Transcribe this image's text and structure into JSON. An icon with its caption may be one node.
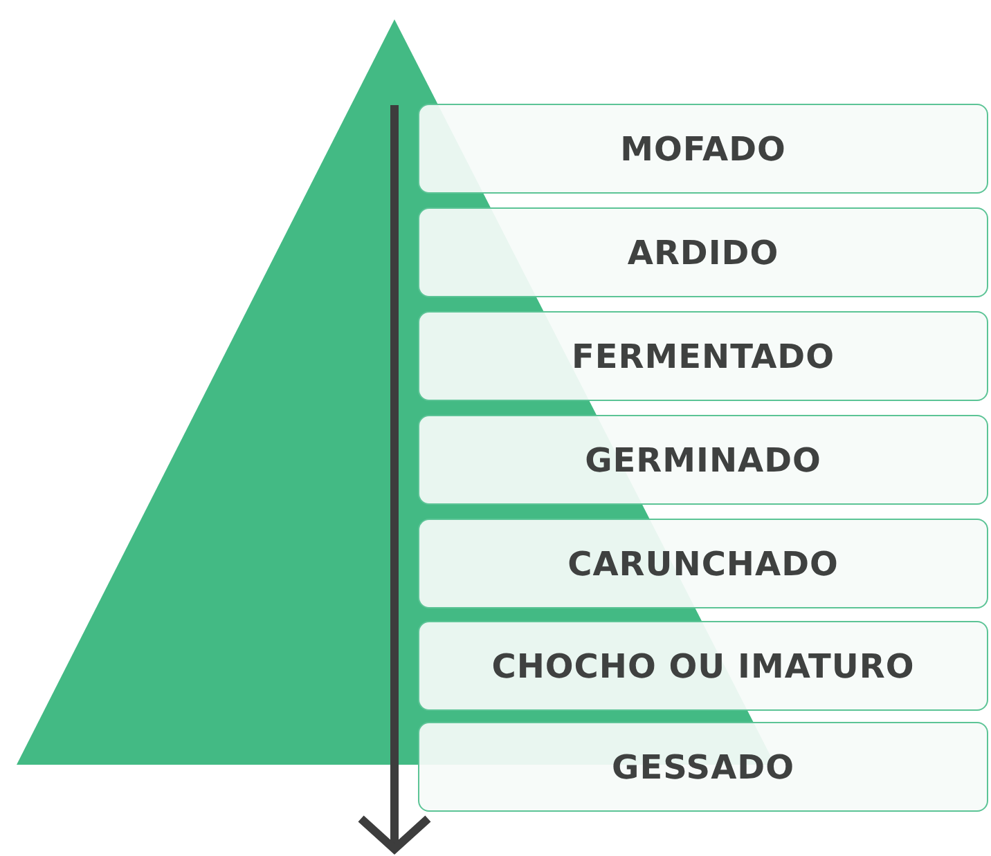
{
  "diagram": {
    "nodes": [
      {
        "text": [
          "MOFADO"
        ]
      },
      {
        "text": [
          "ARDIDO"
        ]
      },
      {
        "text": [
          "FERMENTADO"
        ]
      },
      {
        "text": [
          "GERMINADO"
        ]
      },
      {
        "text": [
          "CARUNCHADO"
        ]
      },
      {
        "text": [
          "CHOCHO OU IMATURO"
        ]
      },
      {
        "text": [
          "GESSADO"
        ]
      }
    ]
  }
}
